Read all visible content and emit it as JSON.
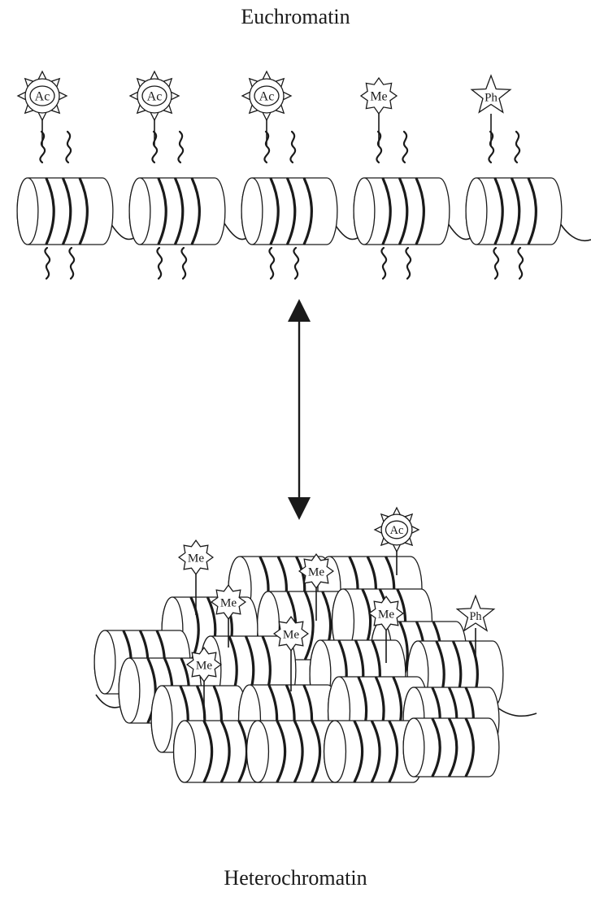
{
  "titles": {
    "top": "Euchromatin",
    "bottom": "Heterochromatin"
  },
  "marks": {
    "acetyl": "Ac",
    "methyl": "Me",
    "phospho": "Ph"
  },
  "euchromatin": {
    "modifications": [
      "Ac",
      "Ac",
      "Ac",
      "Me",
      "Ph"
    ]
  },
  "heterochromatin": {
    "modifications": [
      "Me",
      "Me",
      "Me",
      "Me",
      "Me",
      "Me",
      "Ac",
      "Ph"
    ]
  },
  "colors": {
    "line": "#1a1a1a",
    "fill": "#ffffff"
  },
  "arrow": "bidirectional"
}
